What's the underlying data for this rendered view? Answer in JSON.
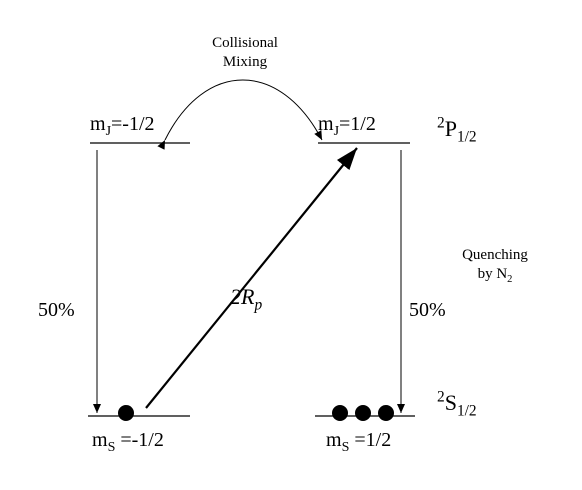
{
  "labels": {
    "collisional_line1": "Collisional",
    "collisional_line2": "Mixing",
    "mj_minus": {
      "base": "m",
      "sub": "J",
      "value": "=-1/2"
    },
    "mj_plus": {
      "base": "m",
      "sub": "J",
      "value": "=1/2"
    },
    "p_state": {
      "sup": "2",
      "base": "P",
      "sub": "1/2"
    },
    "quenching_line1": "Quenching",
    "quenching_line2_prefix": "by N",
    "quenching_line2_sub": "2",
    "pct_left": "50%",
    "pct_right": "50%",
    "pump": {
      "base": "2R",
      "sub": "p"
    },
    "s_state": {
      "sup": "2",
      "base": "S",
      "sub": "1/2"
    },
    "ms_minus": {
      "base": "m",
      "sub": "S",
      "value": " =-1/2"
    },
    "ms_plus": {
      "base": "m",
      "sub": "S",
      "value": " =1/2"
    }
  },
  "populations": {
    "ms_minus_half": 1,
    "ms_plus_half": 3
  },
  "colors": {
    "ink": "#000000",
    "background": "#ffffff"
  }
}
